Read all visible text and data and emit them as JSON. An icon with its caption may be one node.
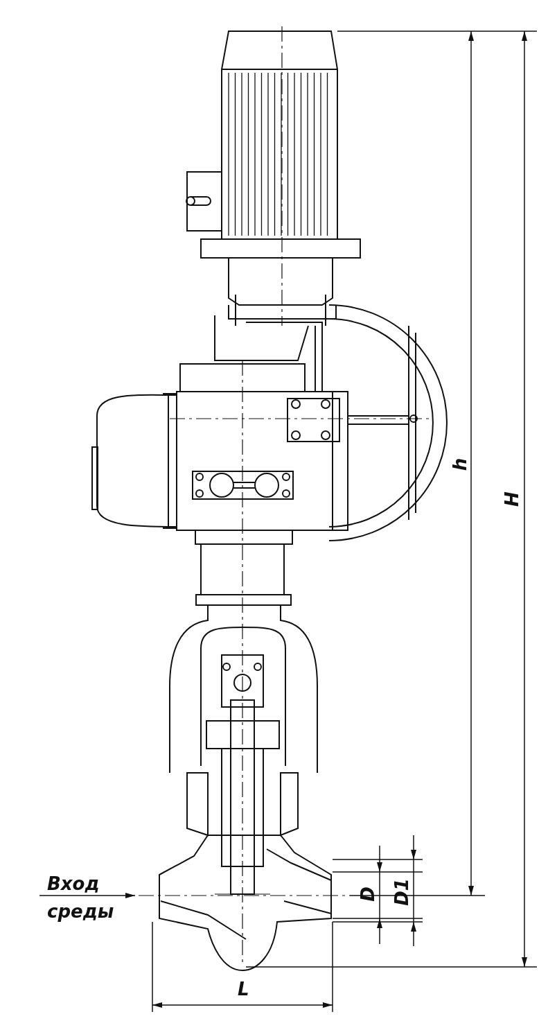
{
  "diagram": {
    "labels": [
      "Вход среды",
      "h",
      "H",
      "D",
      "D1",
      "L"
    ]
  }
}
